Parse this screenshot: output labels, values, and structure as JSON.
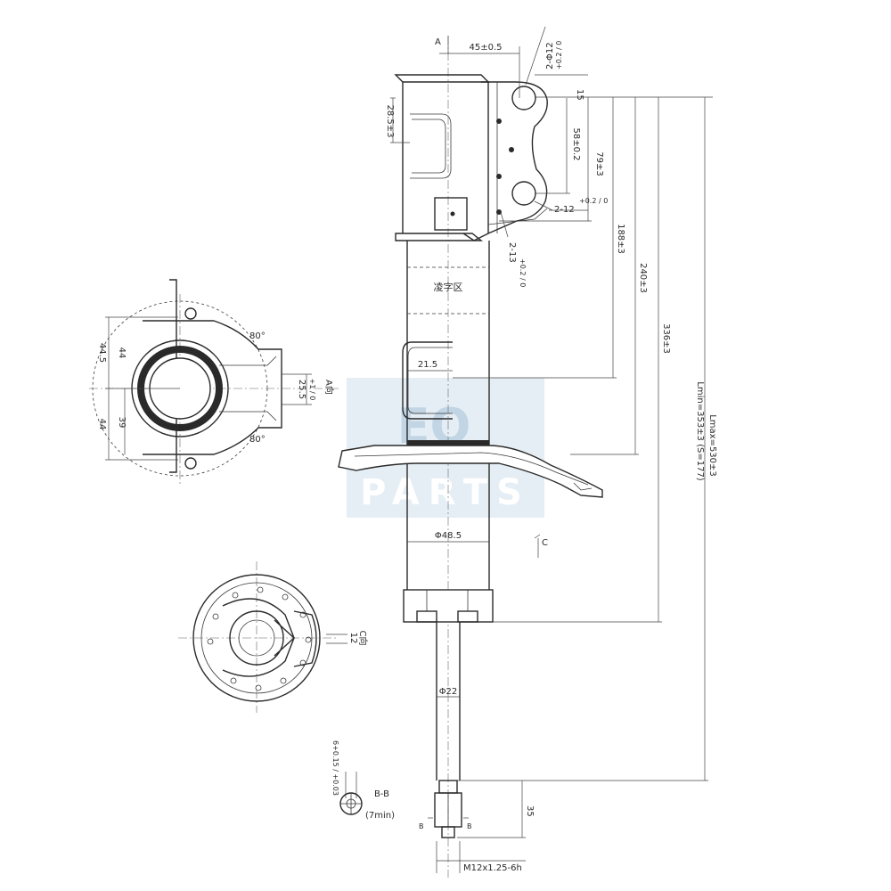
{
  "colors": {
    "line": "#2a2a2a",
    "watermark_box": "#dce8f2",
    "watermark_text": "#ffffff",
    "watermark_logo": "#b9cfe0"
  },
  "watermark": {
    "logo": "EQ",
    "text": "PARTS"
  },
  "labels": {
    "section_a": "A",
    "section_c": "C",
    "top_width": "45±0.5",
    "holes_top": "2-Φ12",
    "holes_top_tol": "+0.2 / 0",
    "flange_height": "15",
    "slot_len": "28.5±3",
    "hole_spacing": "58±0.2",
    "dist_79": "79±3",
    "holes_mid": "2-12",
    "holes_mid_tol": "+0.2 / 0",
    "holes_low": "2-13",
    "holes_low_tol": "+0.2 / 0",
    "dist_188": "188±3",
    "dist_240": "240±3",
    "dist_336": "336±3",
    "lmax": "Lmax=530±3",
    "lmin": "Lmin=353±3 (S=177)",
    "protect_zone": "凌字区",
    "bracket_width": "21.5",
    "body_dia": "Φ48.5",
    "rod_dia": "Φ22",
    "thread_len": "35",
    "thread_spec": "M12x1.25-6h",
    "bb_title": "B-B",
    "bb_note": "(7min)",
    "bb_dim": "6+0.15 / +0.03",
    "b_mark_left": "B",
    "b_mark_right": "B",
    "side_44_5": "44.5",
    "side_44_top": "44",
    "side_44_bottom": "44",
    "side_39": "39",
    "side_25_5": "25.5",
    "side_25_5_tol": "+1 / 0",
    "angle_top": "80°",
    "angle_bottom": "80°",
    "view_a": "A向",
    "view_c": "C向",
    "view_c_dim": "12"
  }
}
